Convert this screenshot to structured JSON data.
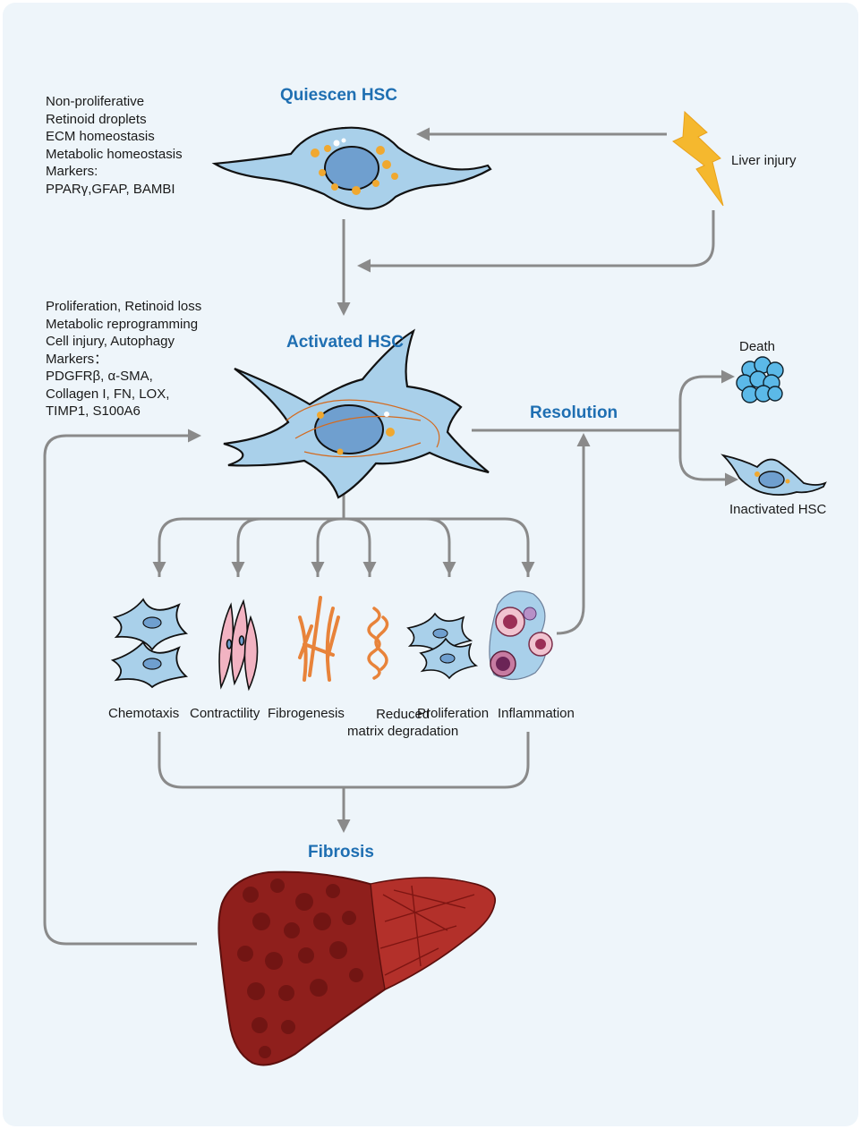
{
  "quiescent": {
    "title": "Quiescen HSC",
    "features": "Non-proliferative\nRetinoid droplets\nECM homeostasis\nMetabolic homeostasis\nMarkers:\nPPARγ,GFAP, BAMBI"
  },
  "injury": {
    "label": "Liver injury"
  },
  "activated": {
    "title": "Activated HSC",
    "features": "Proliferation, Retinoid loss\nMetabolic reprogramming\nCell injury, Autophagy\nMarkers：\nPDGFRβ, α-SMA,\nCollagen I, FN, LOX,\nTIMP1, S100A6"
  },
  "resolution": {
    "title": "Resolution",
    "death": "Death",
    "inactivated": "Inactivated HSC"
  },
  "functions": [
    "Chemotaxis",
    "Contractility",
    "Fibrogenesis",
    "Reduced\nmatrix degradation",
    "Proliferation",
    "Inflammation"
  ],
  "fibrosis": {
    "title": "Fibrosis"
  },
  "colors": {
    "background": "#eef5fa",
    "title_blue": "#1f6fb2",
    "arrow_gray": "#8a8a8a",
    "cell_blue": "#a9d0ea",
    "nucleus_blue": "#6f9fcf",
    "droplet_orange": "#f0a830",
    "liver_red": "#8f1f1c",
    "lightning_yellow": "#f5b82e",
    "muscle_pink": "#f2b3c2",
    "fiber_orange": "#e8833a"
  },
  "icons": [
    "lightning-icon",
    "quiescent-hsc-cell",
    "activated-hsc-cell",
    "apoptotic-cell-cluster",
    "inactivated-hsc-cell",
    "liver-fibrosis-organ"
  ]
}
